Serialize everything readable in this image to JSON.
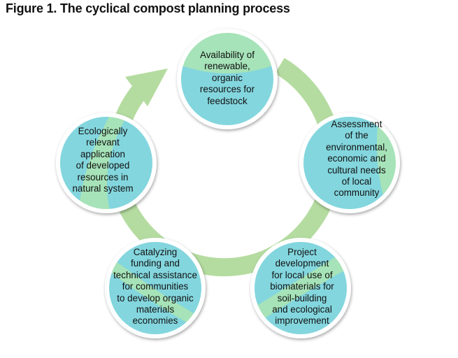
{
  "title": "Figure 1. The cyclical compost planning process",
  "colors": {
    "circle_fill": "#83d6de",
    "circle_highlight": "#a6e3b8",
    "circle_border": "#ffffff",
    "ring_arrow": "#b5dca0"
  },
  "nodes": [
    {
      "lines": [
        "Availability of",
        "renewable,",
        "organic",
        "resources for",
        "feedstock"
      ]
    },
    {
      "lines": [
        "Assessment",
        "of the",
        "environmental,",
        "economic and",
        "cultural needs",
        "of local",
        "community"
      ]
    },
    {
      "lines": [
        "Project",
        "development",
        "for local use of",
        "biomaterials for",
        "soil-building",
        "and ecological",
        "improvement"
      ]
    },
    {
      "lines": [
        "Catalyzing",
        "funding and",
        "technical assistance",
        "for communities",
        "to develop organic",
        "materials",
        "economies"
      ]
    },
    {
      "lines": [
        "Ecologically",
        "relevant",
        "application",
        "of developed",
        "resources in",
        "natural system"
      ]
    }
  ]
}
